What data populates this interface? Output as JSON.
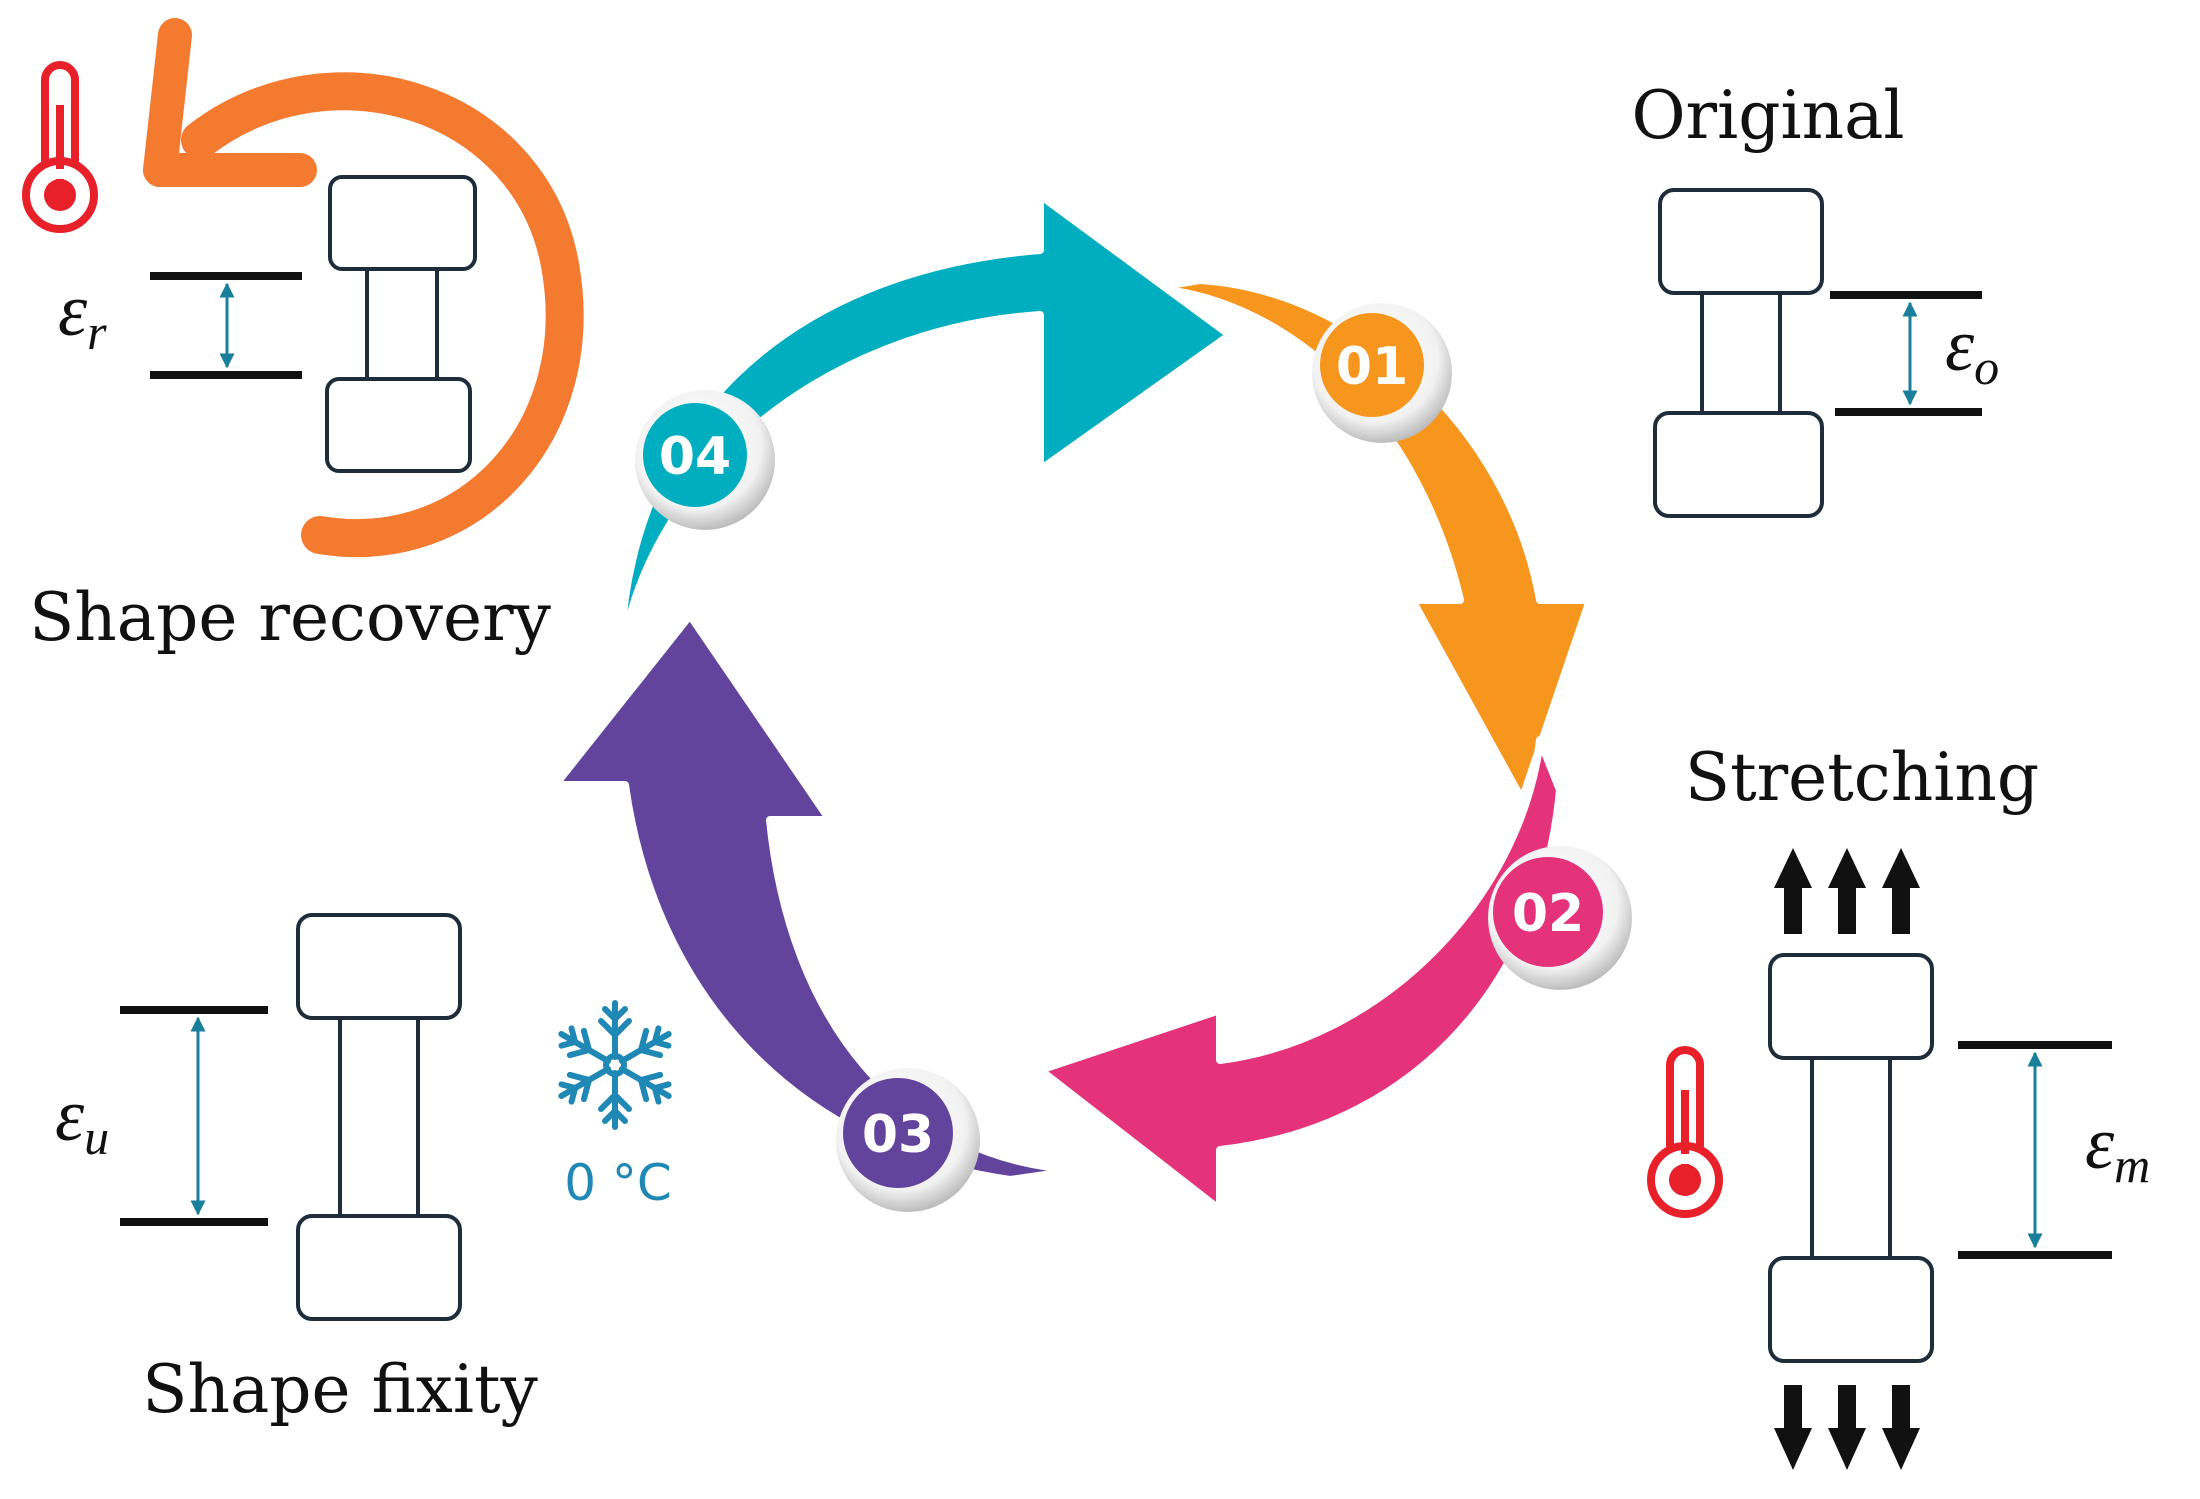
{
  "colors": {
    "step1": "#f7961d",
    "step2": "#e4337a",
    "step3": "#63449d",
    "step4": "#00aebf",
    "recovery_arrow": "#f47a2f",
    "thermometer": "#e8202a",
    "cold": "#1f88b5",
    "strain_arrow": "#1a7f9a"
  },
  "steps": [
    {
      "number": "01",
      "color_key": "step1"
    },
    {
      "number": "02",
      "color_key": "step2"
    },
    {
      "number": "03",
      "color_key": "step3"
    },
    {
      "number": "04",
      "color_key": "step4"
    }
  ],
  "stages": {
    "original": {
      "label": "Original",
      "strain_symbol": "ε",
      "strain_sub": "o"
    },
    "stretching": {
      "label": "Stretching",
      "strain_symbol": "ε",
      "strain_sub": "m"
    },
    "fixity": {
      "label": "Shape fixity",
      "strain_symbol": "ε",
      "strain_sub": "u",
      "temperature": "0 °C"
    },
    "recovery": {
      "label": "Shape recovery",
      "strain_symbol": "ε",
      "strain_sub": "r"
    }
  },
  "icons": {
    "heat": "thermometer-icon",
    "cold": "snowflake-icon",
    "pull_up": "arrow-up-icon",
    "pull_down": "arrow-down-icon",
    "recovery": "curved-arrow-icon"
  }
}
